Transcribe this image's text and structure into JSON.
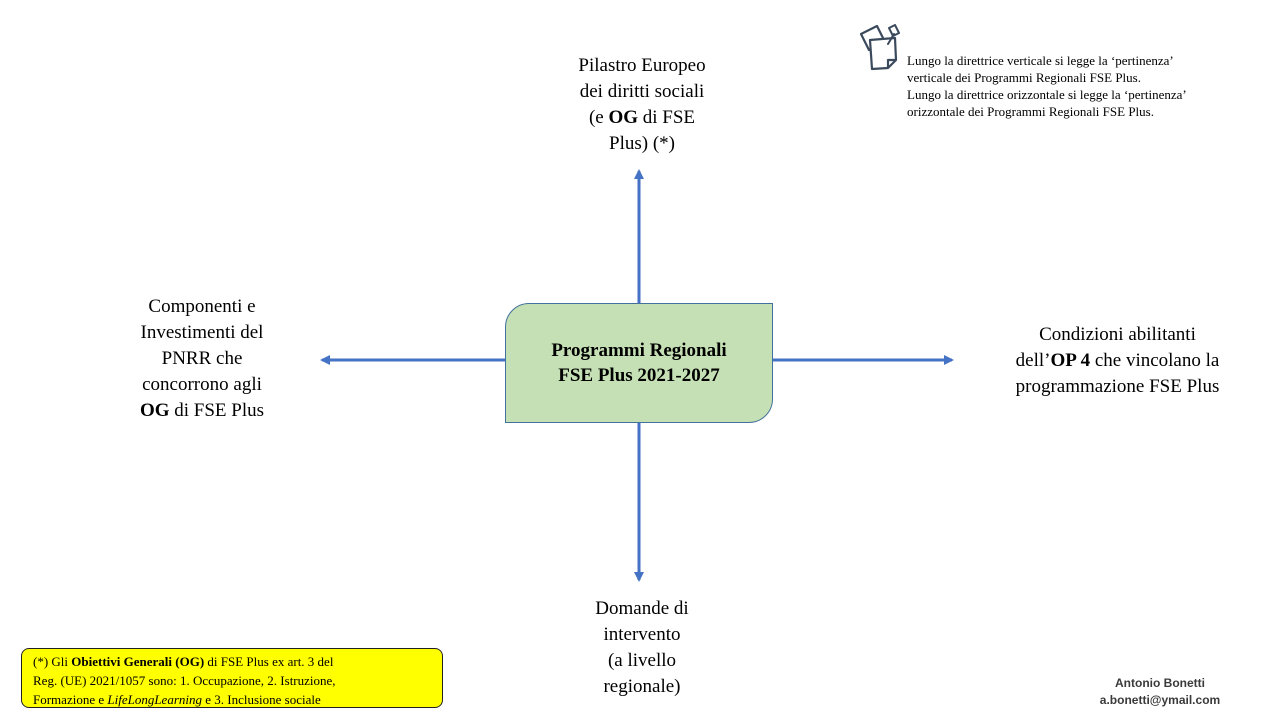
{
  "center": {
    "line1": "Programmi  Regionali",
    "line2": "FSE Plus 2021-2027"
  },
  "top": {
    "line1": "Pilastro Europeo",
    "line2": "dei diritti sociali",
    "line3_pre": "(e ",
    "line3_bold": "OG",
    "line3_post": " di FSE",
    "line4": "Plus) (*)"
  },
  "left": {
    "line1": "Componenti  e",
    "line2": "Investimenti  del",
    "line3": "PNRR che",
    "line4": "concorrono agli",
    "line5_bold": "OG",
    "line5_post": " di FSE Plus"
  },
  "right": {
    "line1": "Condizioni abilitanti",
    "line2_pre": "dell’",
    "line2_bold": "OP 4",
    "line2_post": " che vincolano  la",
    "line3": "programmazione  FSE Plus"
  },
  "bottom": {
    "line1": "Domande di",
    "line2": "intervento",
    "line3": "(a livello",
    "line4": "regionale)"
  },
  "note": {
    "line1": "Lungo  la  direttrice  verticale  si  legge  la  ‘pertinenza’",
    "line2": "verticale  dei Programmi  Regionali  FSE Plus.",
    "line3": "Lungo la direttrice orizzontale si legge la ‘pertinenza’",
    "line4": "orizzontale  dei Programmi  Regionali  FSE Plus."
  },
  "footnote": {
    "l1_a": "(*) Gli ",
    "l1_b": "Obiettivi  Generali  (OG)",
    "l1_c": " di FSE Plus  ex art.  3 del",
    "l2": "Reg.  (UE)  2021/1057 sono:  1. Occupazione,   2. Istruzione,",
    "l3_a": "Formazione  e ",
    "l3_b": "LifeLongLearning",
    "l3_c": " e 3. Inclusione  sociale"
  },
  "author": {
    "name": "Antonio Bonetti",
    "email": "a.bonetti@ymail.com"
  },
  "icons": {
    "notes": "sticky-notes-icon"
  },
  "colors": {
    "arrow": "#4472c4",
    "center_fill": "#c5e0b4",
    "center_border": "#41719c",
    "footnote_fill": "#ffff00"
  }
}
